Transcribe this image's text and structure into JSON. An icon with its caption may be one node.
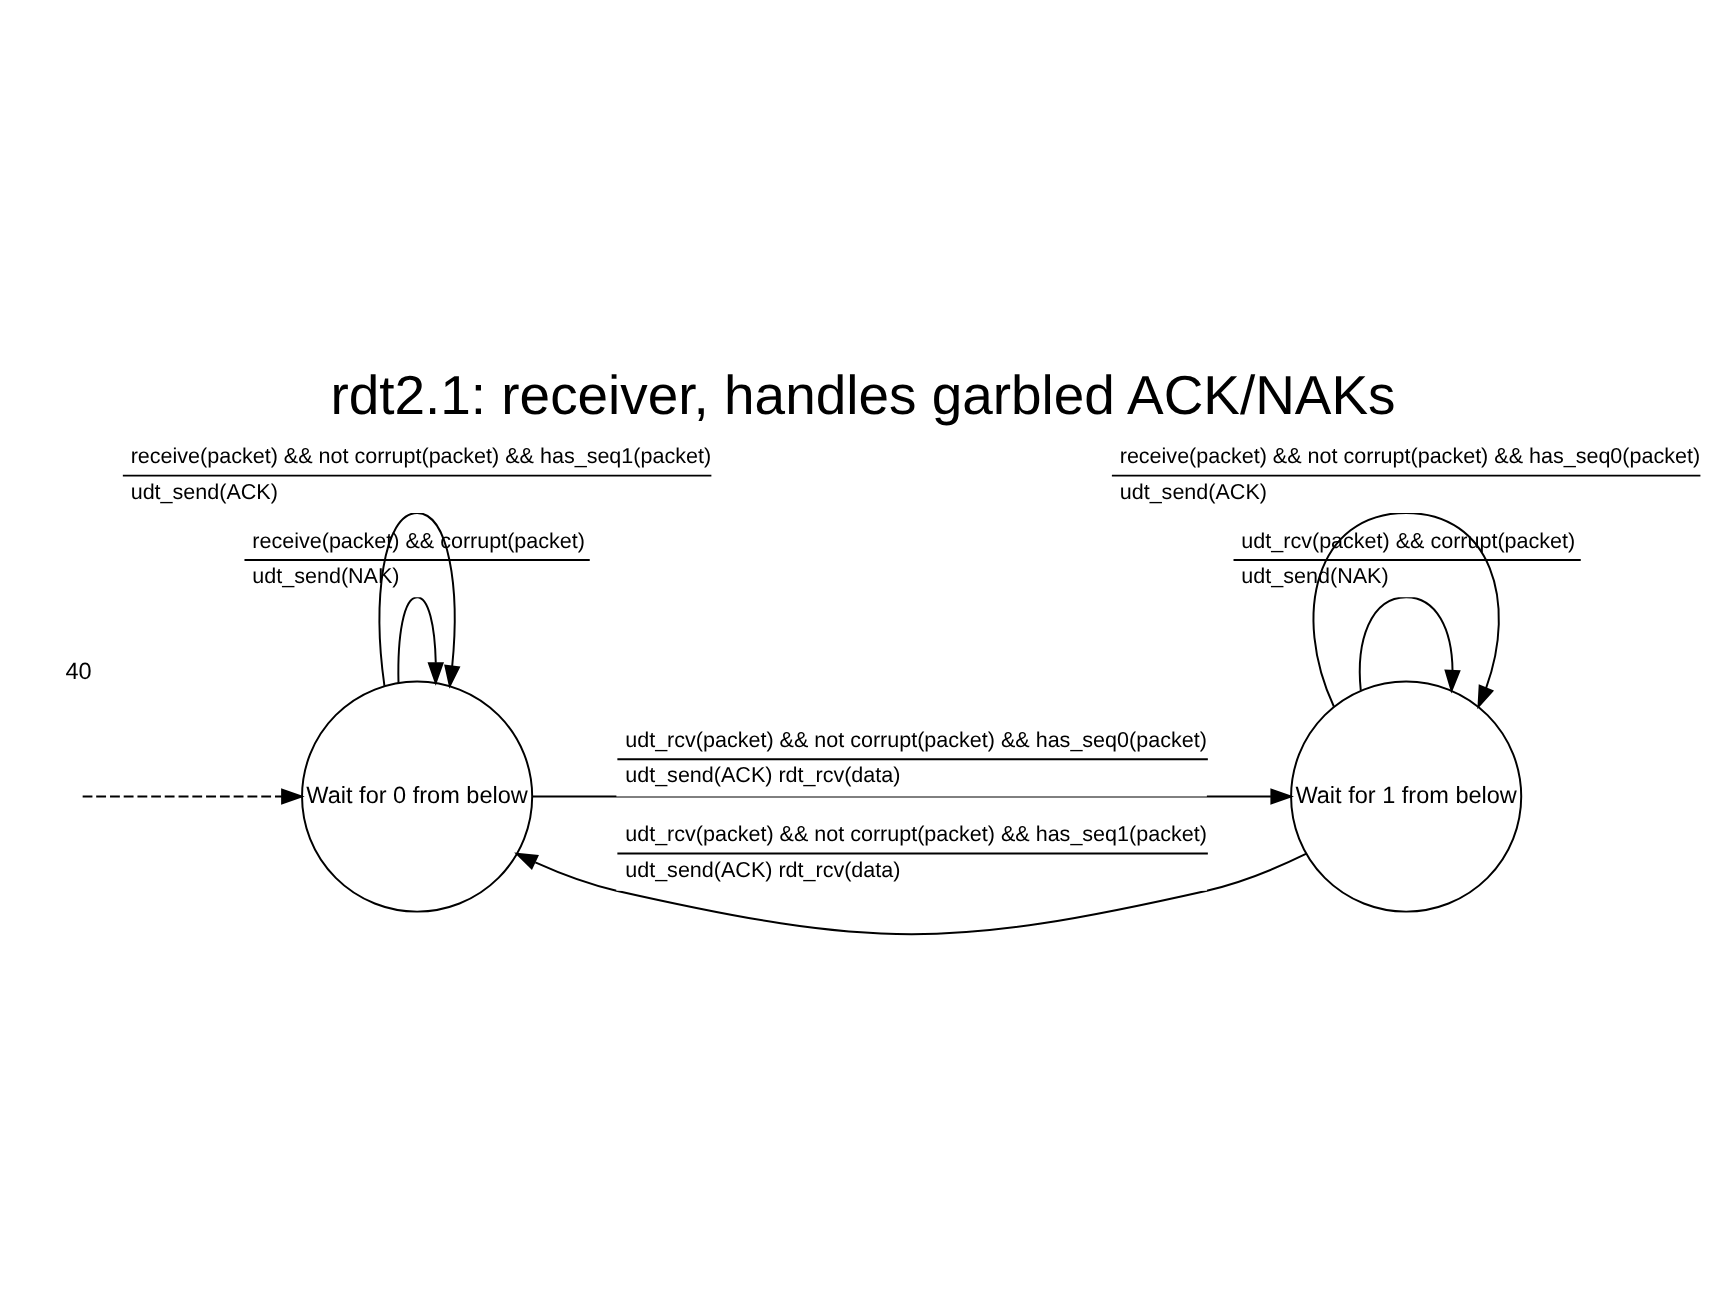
{
  "diagram": {
    "title": "rdt2.1: receiver, handles garbled ACK/NAKs",
    "nodes": [
      {
        "text": [
          "Wait for 0 from below"
        ]
      },
      {
        "text": [
          "Wait for 1 from below"
        ]
      }
    ],
    "edges": [
      {
        "from": null,
        "to": 0,
        "arrow": "to",
        "style": "dashed"
      },
      {
        "from": 0,
        "to": 1,
        "arrow": "to",
        "label": [
          "udt_rcv(packet) && not corrupt(packet) && has_seq0(packet)",
          "udt_send(ACK) rdt_rcv(data)"
        ]
      },
      {
        "from": 1,
        "to": 0,
        "arrow": "to",
        "label": [
          "udt_rcv(packet) && not corrupt(packet) && has_seq1(packet)",
          "udt_send(ACK) rdt_rcv(data)"
        ]
      },
      {
        "from": 0,
        "to": 0,
        "arrow": "to",
        "label": [
          "receive(packet) && corrupt(packet)",
          "udt_send(NAK)"
        ]
      },
      {
        "from": 0,
        "to": 0,
        "arrow": "to",
        "label": [
          "receive(packet) && not corrupt(packet) && has_seq1(packet)",
          "udt_send(ACK)"
        ]
      },
      {
        "from": 1,
        "to": 1,
        "arrow": "to",
        "label": [
          "udt_rcv(packet) && corrupt(packet)",
          "udt_send(NAK)"
        ]
      },
      {
        "from": 1,
        "to": 1,
        "arrow": "to",
        "label": [
          "receive(packet) && not corrupt(packet) && has_seq0(packet)",
          "udt_send(ACK)"
        ]
      }
    ],
    "labels": [
      "40"
    ]
  }
}
